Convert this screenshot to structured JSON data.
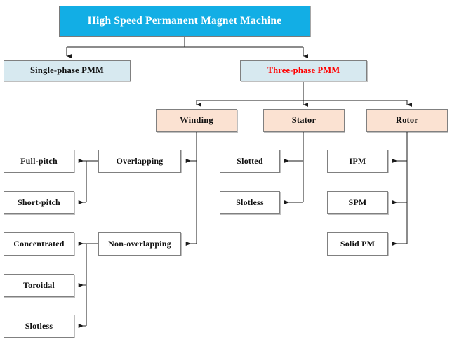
{
  "diagram": {
    "title": "High Speed Permanent Magnet Machine",
    "type": "tree-diagram",
    "colors": {
      "root_fill": "#12AEE5",
      "root_text": "#FFFFFF",
      "level1_fill": "#D7E9F0",
      "level1_highlight_text": "#FF0000",
      "level2_fill": "#FBE2D2",
      "leaf_fill": "#FFFFFF",
      "border": "#808080",
      "connector": "#1a1a1a"
    },
    "nodes": {
      "root": {
        "label": "High Speed Permanent Magnet Machine"
      },
      "single_phase": {
        "label": "Single-phase PMM"
      },
      "three_phase": {
        "label": "Three-phase PMM"
      },
      "winding": {
        "label": "Winding"
      },
      "stator": {
        "label": "Stator"
      },
      "rotor": {
        "label": "Rotor"
      },
      "overlapping": {
        "label": "Overlapping"
      },
      "non_overlapping": {
        "label": "Non-overlapping"
      },
      "full_pitch": {
        "label": "Full-pitch"
      },
      "short_pitch": {
        "label": "Short-pitch"
      },
      "concentrated": {
        "label": "Concentrated"
      },
      "toroidal": {
        "label": "Toroidal"
      },
      "winding_slotless": {
        "label": "Slotless"
      },
      "stator_slotted": {
        "label": "Slotted"
      },
      "stator_slotless": {
        "label": "Slotless"
      },
      "rotor_ipm": {
        "label": "IPM"
      },
      "rotor_spm": {
        "label": "SPM"
      },
      "rotor_solid_pm": {
        "label": "Solid PM"
      }
    },
    "edges": [
      {
        "from": "root",
        "to": "single_phase"
      },
      {
        "from": "root",
        "to": "three_phase"
      },
      {
        "from": "three_phase",
        "to": "winding"
      },
      {
        "from": "three_phase",
        "to": "stator"
      },
      {
        "from": "three_phase",
        "to": "rotor"
      },
      {
        "from": "winding",
        "to": "overlapping"
      },
      {
        "from": "winding",
        "to": "non_overlapping"
      },
      {
        "from": "overlapping",
        "to": "full_pitch"
      },
      {
        "from": "overlapping",
        "to": "short_pitch"
      },
      {
        "from": "non_overlapping",
        "to": "concentrated"
      },
      {
        "from": "non_overlapping",
        "to": "toroidal"
      },
      {
        "from": "non_overlapping",
        "to": "winding_slotless"
      },
      {
        "from": "stator",
        "to": "stator_slotted"
      },
      {
        "from": "stator",
        "to": "stator_slotless"
      },
      {
        "from": "rotor",
        "to": "rotor_ipm"
      },
      {
        "from": "rotor",
        "to": "rotor_spm"
      },
      {
        "from": "rotor",
        "to": "rotor_solid_pm"
      }
    ]
  }
}
